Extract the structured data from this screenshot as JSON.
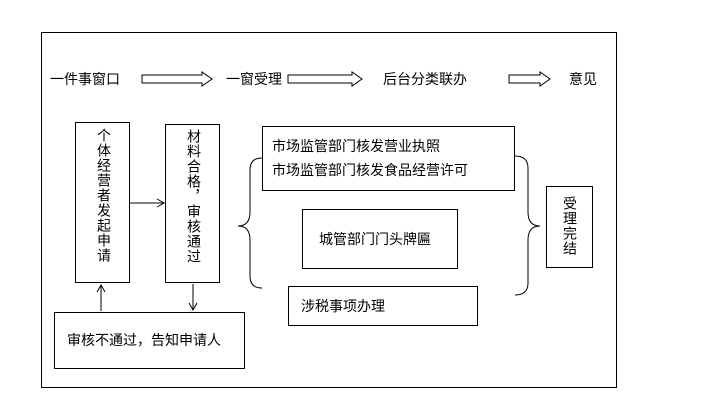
{
  "header": {
    "step1": "一件事窗口",
    "step2": "一窗受理",
    "step3": "后台分类联办",
    "step4": "意见"
  },
  "boxes": {
    "applicant": "个体经营者发起申请",
    "review_pass": "材料合格，审核通过",
    "reject": "审核不通过，告知申请人",
    "market_line1": "市场监管部门核发营业执照",
    "market_line2": "市场监管部门核发食品经营许可",
    "urban": "城管部门门头牌匾",
    "tax": "涉税事项办理",
    "done": "受理完结"
  }
}
